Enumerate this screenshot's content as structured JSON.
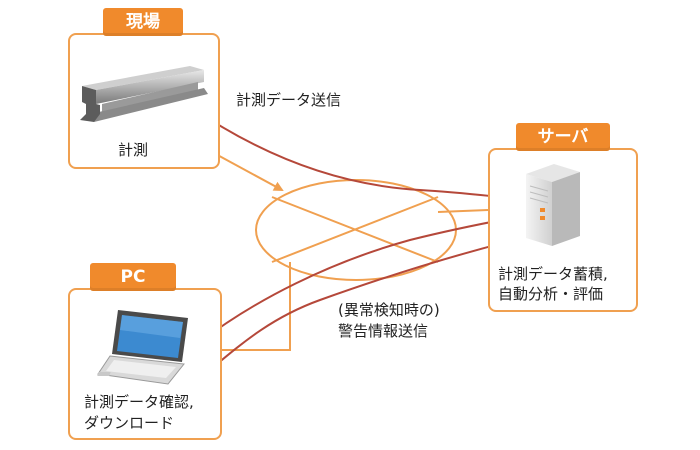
{
  "nodes": {
    "site": {
      "tag": "現場",
      "caption": "計測"
    },
    "server": {
      "tag": "サーバ",
      "caption_line1": "計測データ蓄積,",
      "caption_line2": "自動分析・評価"
    },
    "pc": {
      "tag": "PC",
      "caption_line1": "計測データ確認,",
      "caption_line2": "ダウンロード"
    }
  },
  "edges": {
    "send_data": "計測データ送信",
    "alert_line1": "(異常検知時の)",
    "alert_line2": "警告情報送信"
  },
  "colors": {
    "box_border": "#f0a050",
    "tag_fill": "#f08a2c",
    "arrow": "#b5483a",
    "network": "#f0a050"
  }
}
